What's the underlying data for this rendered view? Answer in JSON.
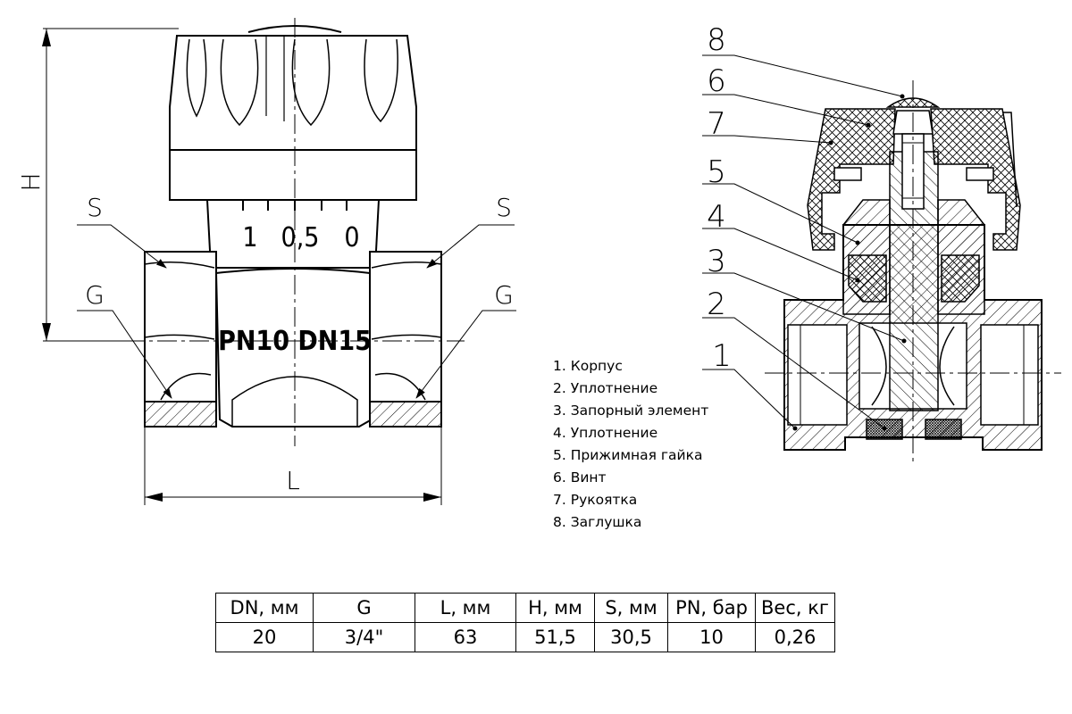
{
  "front_view": {
    "dim_height": "H",
    "dim_length": "L",
    "dim_wrench_left": "S",
    "dim_wrench_right": "S",
    "thread_left": "G",
    "thread_right": "G",
    "scale_marks": [
      "1",
      "0,5",
      "0"
    ],
    "body_marking": "PN10 DN15"
  },
  "section_view": {
    "callouts": [
      "8",
      "6",
      "7",
      "5",
      "4",
      "3",
      "2",
      "1"
    ]
  },
  "legend": [
    "1. Корпус",
    "2. Уплотнение",
    "3. Запорный элемент",
    "4. Уплотнение",
    "5. Прижимная гайка",
    "6. Винт",
    "7. Рукоятка",
    "8. Заглушка"
  ],
  "spec_table": {
    "headers": [
      "DN, мм",
      "G",
      "L, мм",
      "H, мм",
      "S, мм",
      "PN, бар",
      "Вес, кг"
    ],
    "row": [
      "20",
      "3/4\"",
      "63",
      "51,5",
      "30,5",
      "10",
      "0,26"
    ]
  }
}
